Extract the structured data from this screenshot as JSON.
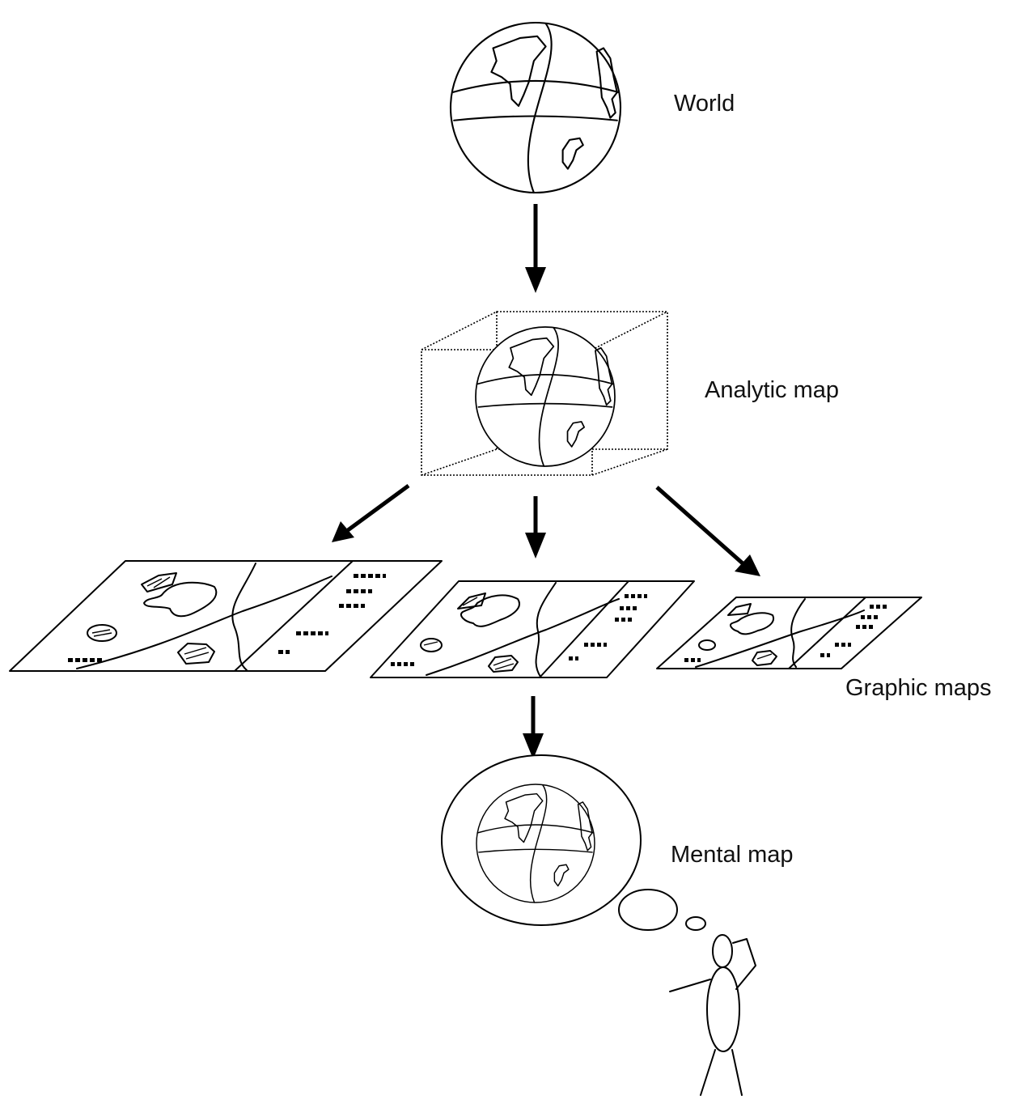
{
  "labels": {
    "world": "World",
    "analytic_map": "Analytic map",
    "graphic_maps": "Graphic maps",
    "mental_map": "Mental map"
  },
  "colors": {
    "ink": "#000000",
    "background": "#ffffff"
  }
}
